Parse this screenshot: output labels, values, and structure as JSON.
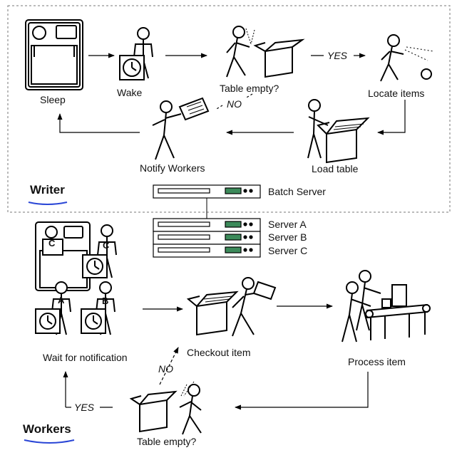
{
  "writer": {
    "title": "Writer",
    "steps": {
      "sleep": "Sleep",
      "wake": "Wake",
      "table_empty": "Table empty?",
      "locate_items": "Locate items",
      "load_table": "Load table",
      "notify_workers": "Notify Workers"
    },
    "yes": "YES",
    "no": "NO"
  },
  "servers": {
    "batch": "Batch Server",
    "a": "Server A",
    "b": "Server B",
    "c": "Server C"
  },
  "workers": {
    "title": "Workers",
    "steps": {
      "wait": "Wait for notification",
      "checkout": "Checkout item",
      "process": "Process item",
      "table_empty": "Table empty?"
    },
    "yes": "YES",
    "no": "NO",
    "worker_ids": [
      "A",
      "B",
      "C"
    ]
  },
  "colors": {
    "line": "#000000",
    "dashed_border": "#777777",
    "underline": "#2a46d6",
    "server_display": "#3c8a5a"
  }
}
